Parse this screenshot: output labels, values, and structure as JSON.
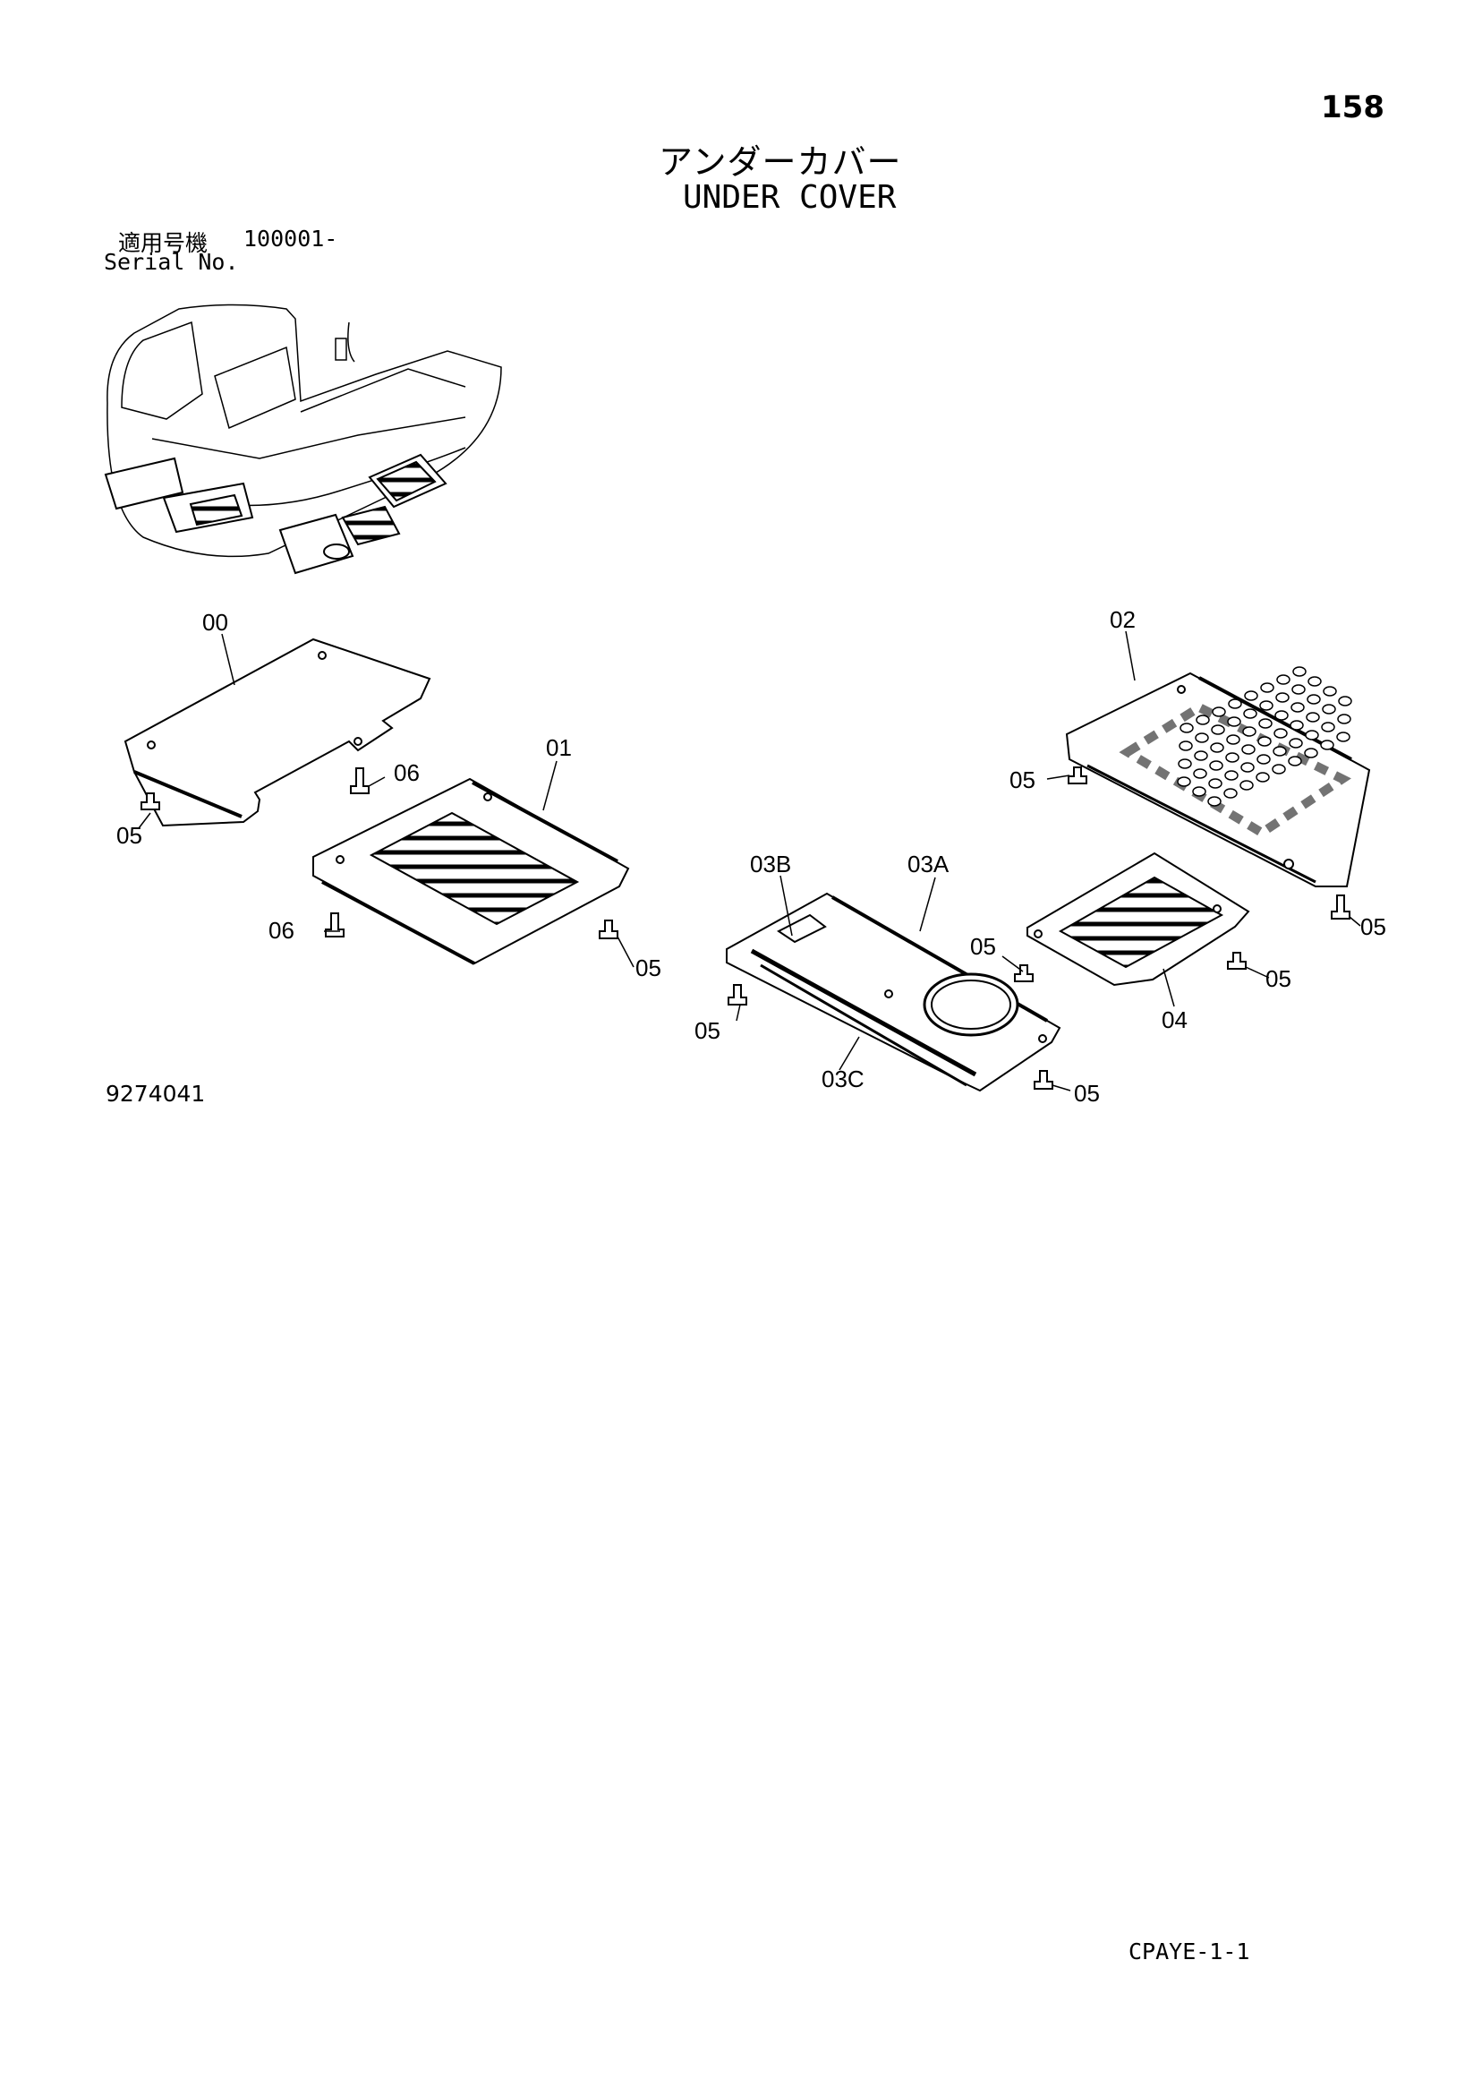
{
  "header": {
    "page_number": "158",
    "title_jp": "アンダーカバー",
    "title_en": "UNDER COVER"
  },
  "serial": {
    "label_jp": "適用号機",
    "number": "100001-",
    "label_en": "Serial No."
  },
  "callouts": {
    "c00": "00",
    "c01": "01",
    "c02": "02",
    "c03a": "03A",
    "c03b": "03B",
    "c03c": "03C",
    "c04": "04",
    "c05": "05",
    "c06": "06"
  },
  "footer": {
    "figure_id": "9274041",
    "sheet_code": "CPAYE-1-1"
  }
}
